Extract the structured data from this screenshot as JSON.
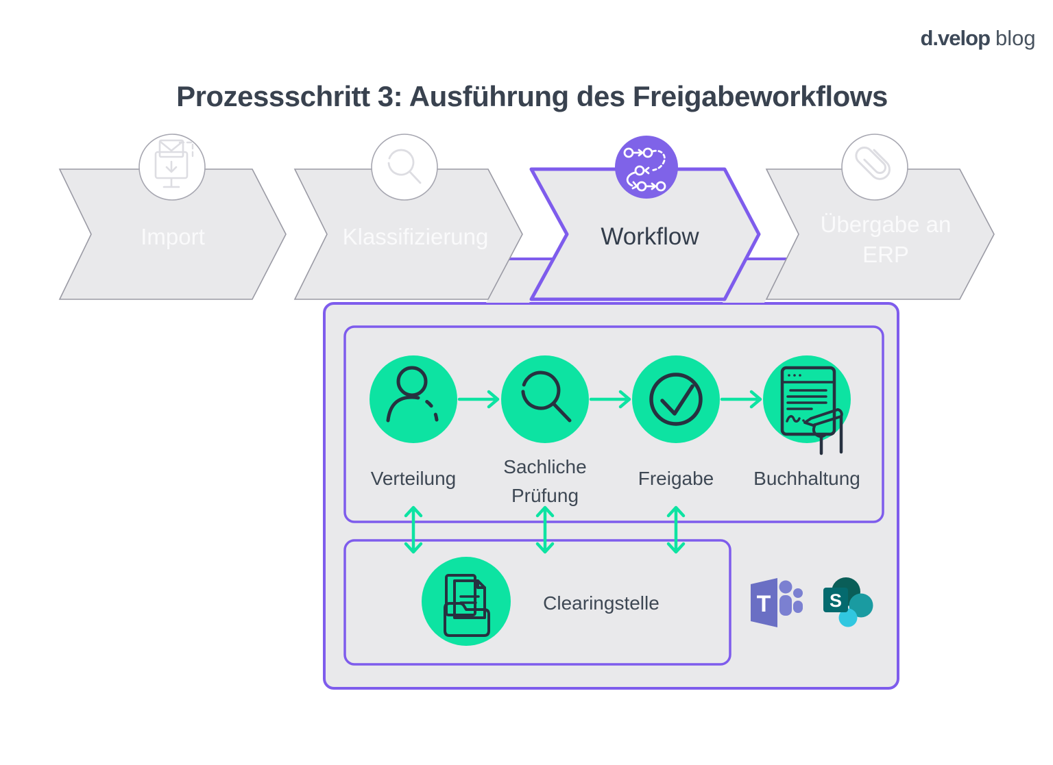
{
  "logo": {
    "brand": "d.velop",
    "suffix": "blog"
  },
  "title": "Prozessschritt 3: Ausführung des Freigabeworkflows",
  "process_steps": [
    {
      "label": "Import",
      "icon": "monitor-mail-import-icon",
      "state": "inactive"
    },
    {
      "label": "Klassifizierung",
      "icon": "magnifier-icon",
      "state": "inactive"
    },
    {
      "label": "Workflow",
      "icon": "workflow-nodes-icon",
      "state": "active"
    },
    {
      "label_line1": "Übergabe an",
      "label_line2": "ERP",
      "icon": "paperclip-icon",
      "state": "inactive"
    }
  ],
  "workflow_detail": {
    "approval_steps": [
      {
        "label": "Verteilung",
        "icon": "person-icon"
      },
      {
        "label_line1": "Sachliche",
        "label_line2": "Prüfung",
        "icon": "magnifier-icon"
      },
      {
        "label": "Freigabe",
        "icon": "check-circle-icon"
      },
      {
        "label": "Buchhaltung",
        "icon": "document-signing-icon"
      }
    ],
    "clearing": {
      "label": "Clearingstelle",
      "icon": "folder-documents-icon"
    },
    "integrations": [
      {
        "icon": "ms-teams-icon",
        "letter": "T"
      },
      {
        "icon": "ms-sharepoint-icon",
        "letter": "S"
      }
    ]
  },
  "colors": {
    "accent_green": "#0DE3A2",
    "accent_purple": "#7E5CEC",
    "workflow_circle_purple": "#7F63E8",
    "panel_gray": "#E9E9EB",
    "chevron_border_gray": "#9A9AA4",
    "icon_navy": "#273140",
    "text_dark": "#3E4854",
    "title_dark": "#39424F",
    "faint_icon_gray": "#DDDDE2",
    "teams_purple": "#6A6FC4",
    "teams_purple_light": "#7B80D1",
    "sharepoint_dark_circle": "#0A5E58",
    "sharepoint_teal": "#1A9BA1",
    "sharepoint_cyan": "#31C7E0",
    "sharepoint_square": "#046A6E"
  }
}
